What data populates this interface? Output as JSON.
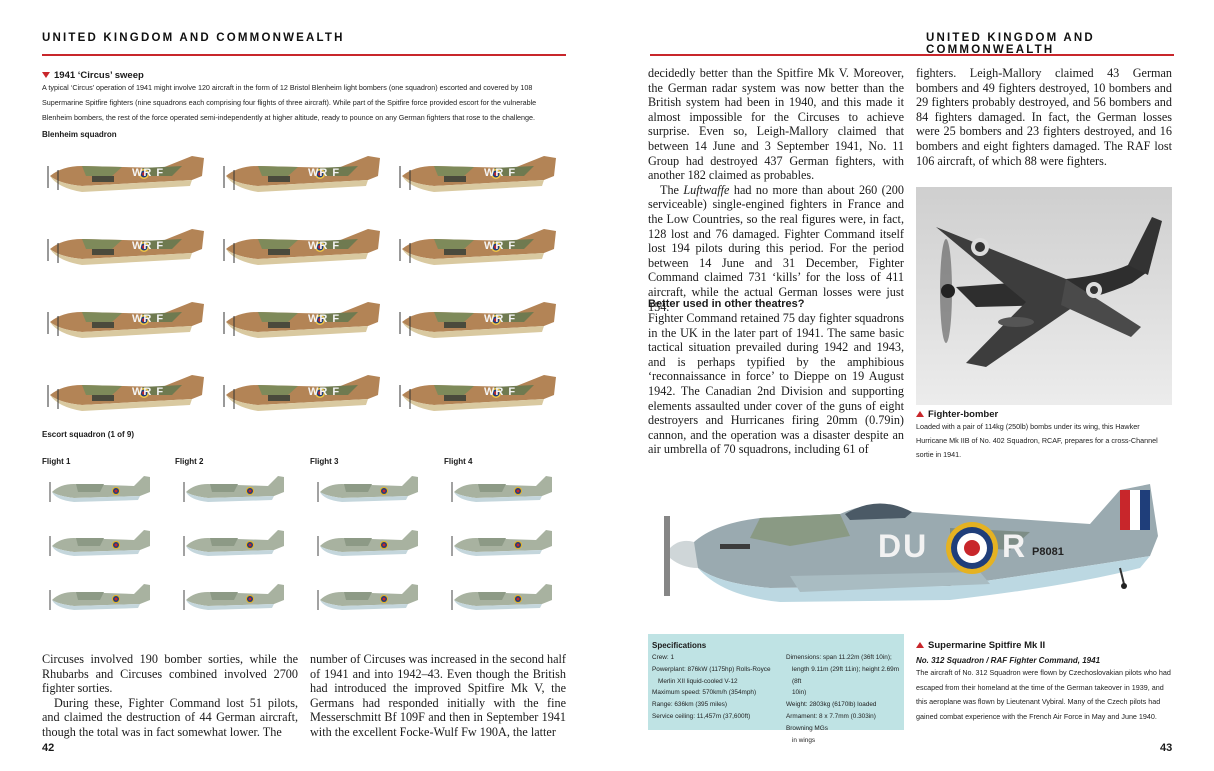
{
  "header_left": "UNITED KINGDOM AND COMMONWEALTH",
  "header_right": "UNITED KINGDOM AND COMMONWEALTH",
  "left": {
    "sweep_title": "1941 ‘Circus’ sweep",
    "sweep_text": "A typical ‘Circus’ operation of 1941 might involve 120 aircraft in the form of 12 Bristol Blenheim light bombers (one squadron) escorted and covered by 108 Supermarine Spitfire fighters (nine squadrons each comprising four flights of three aircraft). While part of the Spitfire force provided escort for the vulnerable Blenheim bombers, the rest of the force operated semi-independently at higher altitude, ready to pounce on any German fighters that rose to the challenge.",
    "blenheim_label": "Blenheim squadron",
    "blenheim_code": "WR F",
    "escort_label": "Escort squadron (1 of 9)",
    "flights": [
      "Flight 1",
      "Flight 2",
      "Flight 3",
      "Flight 4"
    ],
    "col1": [
      "Circuses involved 190 bomber sorties, while the Rhubarbs and Circuses combined involved 2700 fighter sorties.",
      "During these, Fighter Command lost 51 pilots, and claimed the destruction of 44 German aircraft, though the total was in fact somewhat lower. The"
    ],
    "col2": [
      "number of Circuses was increased in the second half of 1941 and into 1942–43. Even though the British had introduced the improved Spitfire Mk V, the Germans had responded initially with the fine Messerschmitt Bf 109F and then in September 1941 with the excellent Focke-Wulf Fw 190A, the latter"
    ],
    "page_num": "42"
  },
  "right": {
    "col1_p1": "decidedly better than the Spitfire Mk V. Moreover, the German radar system was now better than the British system had been in 1940, and this made it almost impossible for the Circuses to achieve surprise. Even so, Leigh-Mallory claimed that between 14 June and 3 September 1941, No. 11 Group had destroyed 437 German fighters, with another 182 claimed as probables.",
    "col1_p2_a": "The ",
    "col1_p2_em": "Luftwaffe",
    "col1_p2_b": " had no more than about 260 (200 serviceable) single-engined fighters in France and the Low Countries, so the real figures were, in fact, 128 lost and 76 damaged. Fighter Command itself lost 194 pilots during this period. For the period between 14 June and 31 December, Fighter Command claimed 731 ‘kills’ for the loss of 411 aircraft, while the actual German losses were just 154.",
    "heading": "Better used in other theatres?",
    "col1_p3": "Fighter Command retained 75 day fighter squadrons in the UK in the later part of 1941. The same basic tactical situation prevailed during 1942 and 1943, and is perhaps typified by the amphibious ‘reconnaissance in force’ to Dieppe on 19 August 1942. The Canadian 2nd Division and supporting elements assaulted under cover of the guns of eight destroyers and Hurricanes firing 20mm (0.79in) cannon, and the operation was a disaster despite an air umbrella of 70 squadrons, including 61 of",
    "col2_p1": "fighters. Leigh-Mallory claimed 43 German bombers and 49 fighters destroyed, 10 bombers and 29 fighters probably destroyed, and 56 bombers and 84 fighters damaged. In fact, the German losses were 25 bombers and 23 fighters destroyed, and 16 bombers and eight fighters damaged. The RAF lost 106 aircraft, of which 88 were fighters.",
    "photo_caption_title": "Fighter-bomber",
    "photo_caption": "Loaded with a pair of 114kg (250lb) bombs under its wing, this Hawker Hurricane Mk IIB of No. 402 Squadron, RCAF, prepares for a cross-Channel sortie in 1941.",
    "spitfire_code": "DU",
    "spitfire_letter": "R",
    "spitfire_serial": "P8081",
    "specs": {
      "title": "Specifications",
      "left": [
        "Crew: 1",
        "Powerplant: 876kW (1175hp) Rolls-Royce",
        "  Merlin XII liquid-cooled V-12",
        "Maximum speed: 570km/h (354mph)",
        "Range: 636km (395 miles)",
        "Service ceiling: 11,457m (37,600ft)"
      ],
      "right": [
        "Dimensions: span 11.22m (36ft 10in);",
        "  length 9.11m (29ft 11in); height 2.69m (8ft",
        "  10in)",
        "Weight: 2803kg (6170lb) loaded",
        "Armament: 8 x 7.7mm (0.303in) Browning MGs",
        "  in wings"
      ]
    },
    "spit_title": "Supermarine Spitfire Mk II",
    "spit_subtitle": "No. 312 Squadron / RAF Fighter Command, 1941",
    "spit_text": "The aircraft of No. 312 Squadron were flown by Czechoslovakian pilots who had escaped from their homeland at the time of the German takeover in 1939, and this aeroplane was flown by Lieutenant Vybiral. Many of the Czech pilots had gained combat experience with the French Air Force in May and June 1940.",
    "page_num": "43"
  }
}
